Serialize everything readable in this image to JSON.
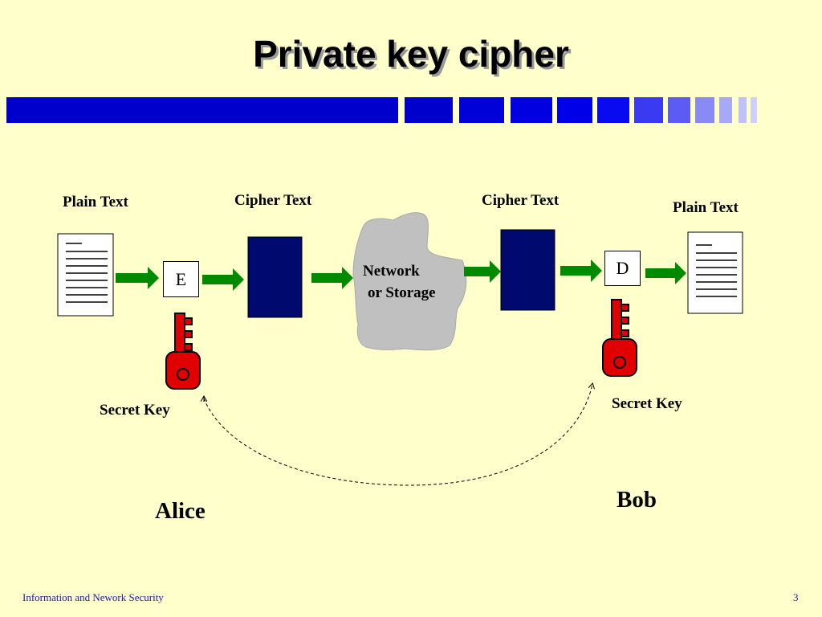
{
  "slide": {
    "title": "Private key cipher",
    "footer_left": "Information and  Nework Security",
    "page_number": "3",
    "accent_color": "#0000cc",
    "background_color": "#ffffcc"
  },
  "diagram": {
    "sender": {
      "plain_text_label": "Plain Text",
      "encrypt_label": "E",
      "cipher_text_label": "Cipher Text",
      "secret_key_label": "Secret Key",
      "name": "Alice"
    },
    "channel": {
      "line1": "Network",
      "line2": "or Storage"
    },
    "receiver": {
      "cipher_text_label": "Cipher Text",
      "decrypt_label": "D",
      "plain_text_label": "Plain Text",
      "secret_key_label": "Secret Key",
      "name": "Bob"
    },
    "icons": {
      "document": "document-icon",
      "key": "key-icon",
      "arrow": "arrow-right-icon",
      "cloud": "cloud-icon"
    },
    "colors": {
      "cipher_block": "#000a6e",
      "arrow": "#008a00",
      "key": "#e00000",
      "cloud": "#c0c0c0"
    }
  }
}
